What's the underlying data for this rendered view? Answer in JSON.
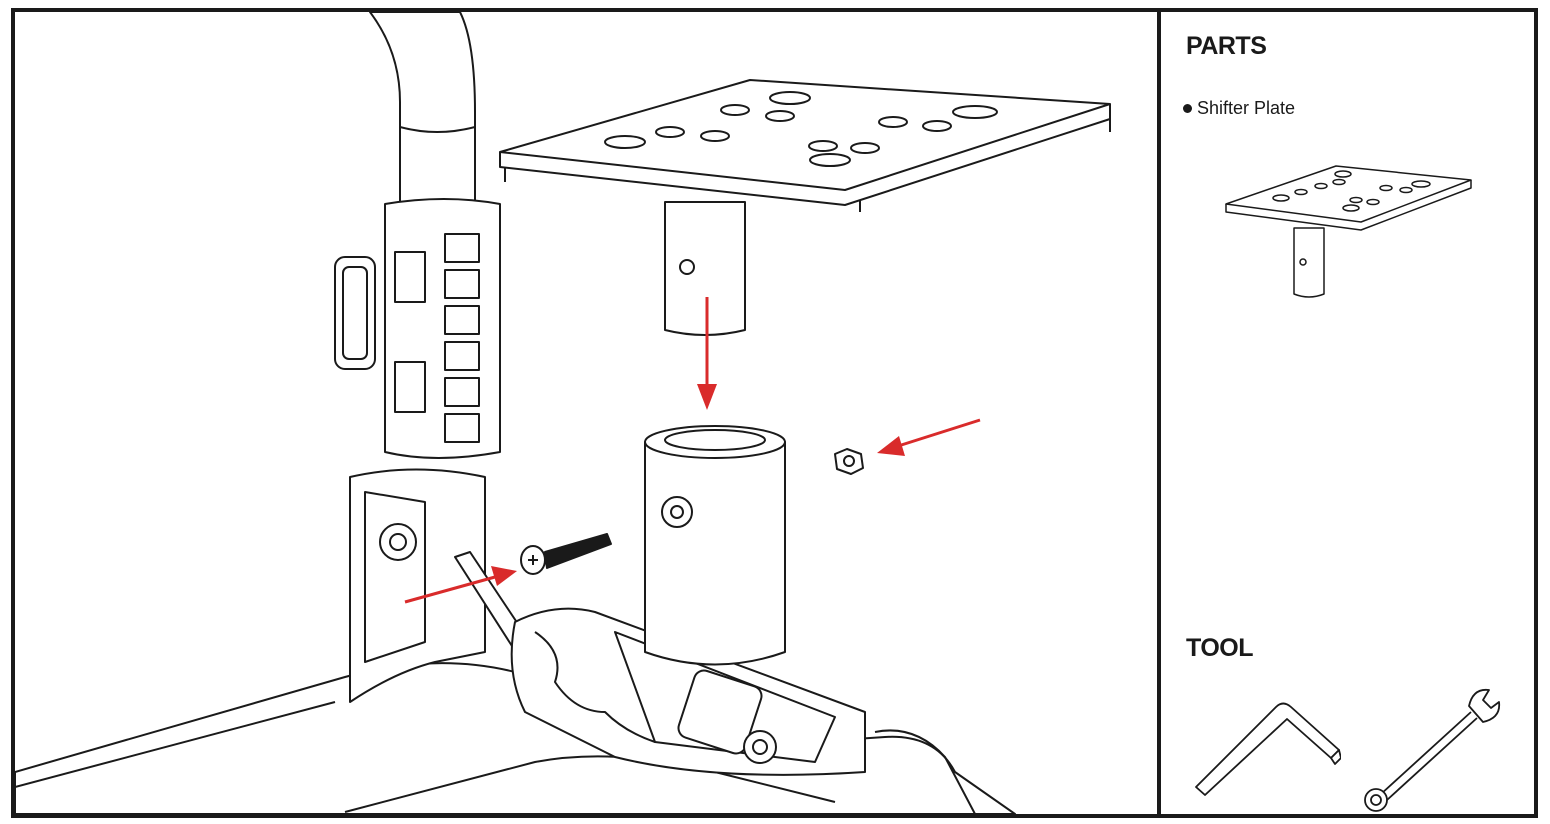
{
  "panel": {
    "parts_title": "PARTS",
    "parts": [
      {
        "label": "Shifter Plate"
      }
    ],
    "tool_title": "TOOL",
    "tools": [
      {
        "icon": "hex-key-icon"
      },
      {
        "icon": "wrench-icon"
      }
    ]
  },
  "illustration": {
    "arrow_color": "#d92b2b",
    "line_color": "#1a1a1a"
  }
}
